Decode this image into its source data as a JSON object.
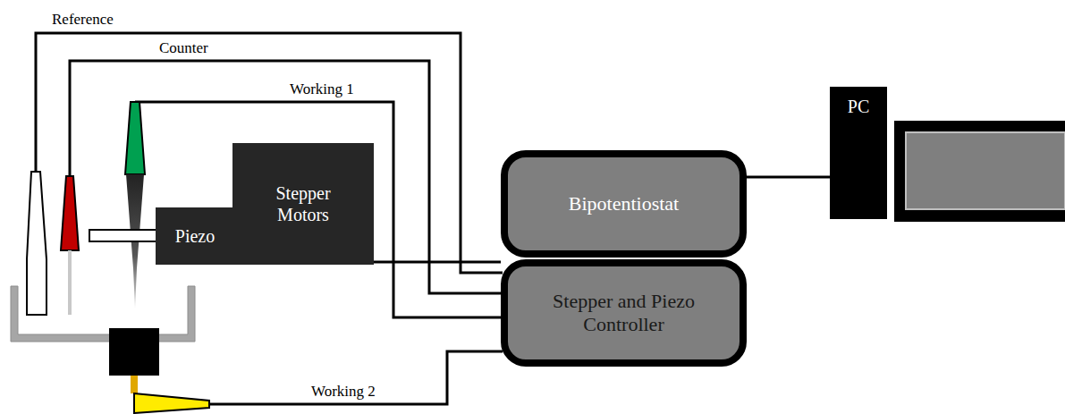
{
  "diagram": {
    "nodes": [
      {
        "text": [
          "Stepper Motors"
        ]
      },
      {
        "text": [
          "Piezo"
        ]
      },
      {
        "text": [
          "Bipotentiostat"
        ]
      },
      {
        "text": [
          "Stepper and Piezo Controller"
        ]
      },
      {
        "text": [
          "PC"
        ]
      }
    ],
    "edges": [
      {
        "from": 2,
        "to": 4,
        "arrow": "none"
      },
      {
        "from": 0,
        "to": 3,
        "arrow": "none"
      }
    ],
    "labels": [
      "Reference",
      "Counter",
      "Working 1",
      "Working 2"
    ]
  }
}
